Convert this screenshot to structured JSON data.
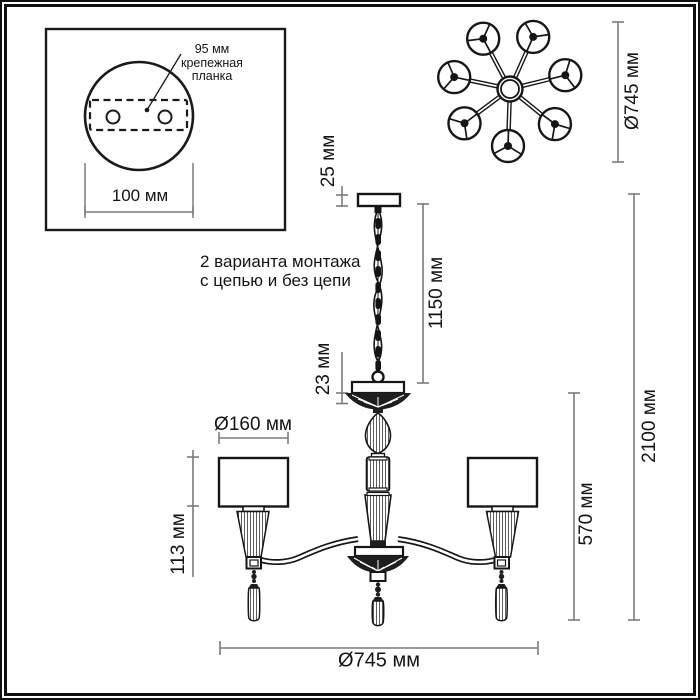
{
  "colors": {
    "ink": "#1a1a1a",
    "dim_line": "#7b7b7b",
    "background": "#ffffff"
  },
  "mount_inset": {
    "bracket_offset_label": "95 мм",
    "bracket_name_label": "крепежная планка",
    "base_diameter_label": "100 мм"
  },
  "top_view": {
    "arm_count": 7,
    "diameter_label": "Ø745 мм"
  },
  "side_view": {
    "note_line1": "2 варианта монтажа",
    "note_line2": "с цепью и без цепи",
    "dimensions": {
      "canopy_height": "25 мм",
      "chain_length": "1150 мм",
      "bowl_height": "23 мм",
      "shade_height": "113 мм",
      "shade_diameter": "Ø160 мм",
      "body_height": "570 мм",
      "total_height": "2100 мм",
      "total_diameter": "Ø745 мм"
    }
  }
}
